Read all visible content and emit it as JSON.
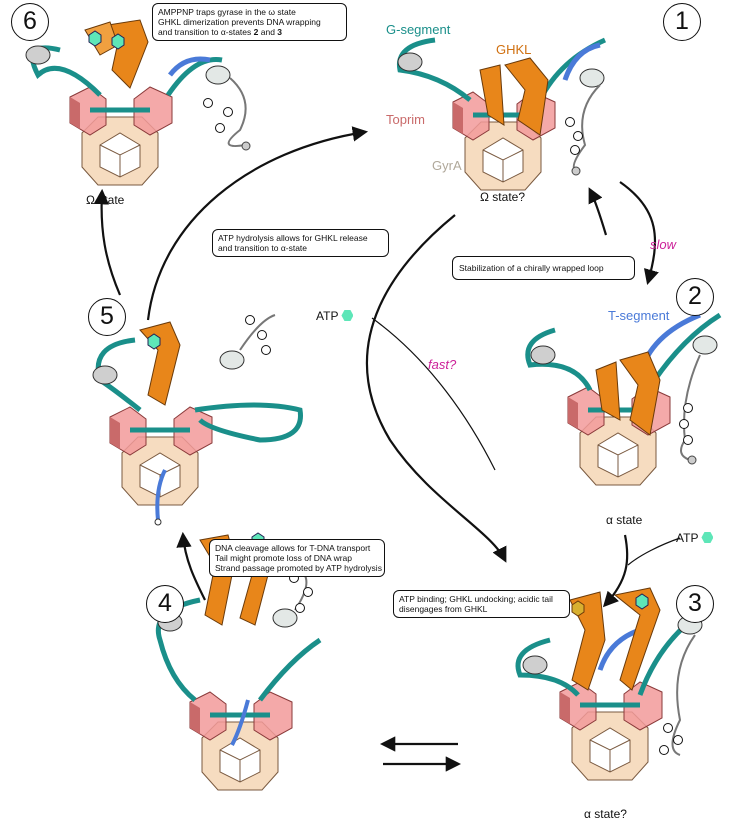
{
  "badges": [
    "6",
    "1",
    "2",
    "3",
    "4",
    "5"
  ],
  "states": {
    "s6": "Ω state",
    "s1": "Ω state?",
    "s2": "α state",
    "s3": "α state?"
  },
  "domain_labels": {
    "g_segment": "G-segment",
    "ghkl": "GHKL",
    "toprim": "Toprim",
    "gyra": "GyrA",
    "t_segment": "T-segment"
  },
  "rate_labels": {
    "slow": "slow",
    "fast": "fast?"
  },
  "atp": "ATP",
  "captions": {
    "amppnp": {
      "line1": "AMPPNP traps gyrase in the ω state",
      "line2": "GHKL dimerization prevents DNA wrapping",
      "line3a": "and transition to α-states ",
      "n2": "2",
      "and": " and ",
      "n3": "3"
    },
    "hydrolysis": {
      "line1": "ATP hydrolysis allows for GHKL release",
      "line2": "and transition to α-state"
    },
    "stabilization": "Stabilization of a chirally wrapped loop",
    "cleavage": {
      "line1": "DNA cleavage allows for T-DNA transport",
      "line2": "Tail might promote loss of DNA wrap",
      "line3": "Strand passage promoted by ATP hydrolysis"
    },
    "binding": {
      "line1": "ATP binding; GHKL undocking; acidic tail",
      "line2": "disengages from GHKL"
    }
  },
  "colors": {
    "g_segment": "#1a8f8a",
    "ghkl": "#e8861a",
    "toprim": "#f29a9a",
    "toprim_dark": "#c96a6a",
    "gyra": "#f6dcc0",
    "t_segment": "#4a7ad8",
    "tail": "#dfe5e3",
    "atp_hex": "#5ee6b8",
    "rate_label": "#cc2299"
  }
}
